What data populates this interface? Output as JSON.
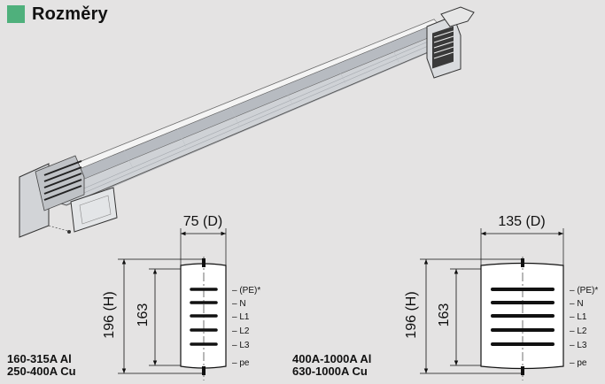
{
  "header": {
    "title": "Rozměry",
    "accent_color": "#4fb07c"
  },
  "left_section": {
    "depth_label": "75 (D)",
    "height_label": "196 (H)",
    "inner_label": "163",
    "conductors": [
      "– (PE)*",
      "– N",
      "– L1",
      "– L2",
      "– L3",
      "– pe"
    ],
    "rating_lines": [
      "160-315A Al",
      "250-400A Cu"
    ]
  },
  "right_section": {
    "depth_label": "135 (D)",
    "height_label": "196 (H)",
    "inner_label": "163",
    "conductors": [
      "– (PE)*",
      "– N",
      "– L1",
      "– L2",
      "– L3",
      "– pe"
    ],
    "rating_lines": [
      "400A-1000A Al",
      "630-1000A Cu"
    ]
  }
}
